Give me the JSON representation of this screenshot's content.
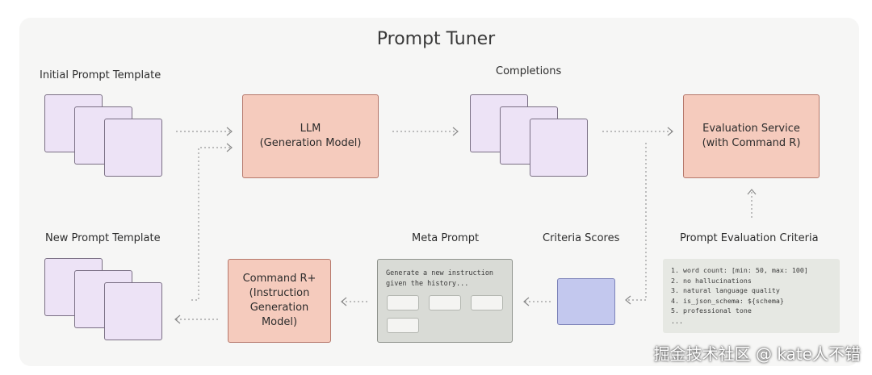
{
  "title": "Prompt Tuner",
  "labels": {
    "initial_prompt_template": "Initial Prompt Template",
    "completions": "Completions",
    "new_prompt_template": "New Prompt Template",
    "meta_prompt": "Meta Prompt",
    "criteria_scores": "Criteria Scores",
    "prompt_evaluation_criteria": "Prompt Evaluation Criteria"
  },
  "boxes": {
    "llm": "LLM\n(Generation Model)",
    "evaluation_service": "Evaluation Service\n(with Command R)",
    "command_r_plus": "Command R+\n(Instruction\nGeneration\nModel)"
  },
  "meta_prompt_text": "Generate a new instruction\ngiven the history...",
  "criteria_items": [
    "1. word count: [min: 50, max: 100]",
    "2. no hallucinations",
    "3. natural language quality",
    "4. is_json_schema: ${schema}",
    "5. professional tone",
    "   ..."
  ],
  "watermark": "掘金技术社区 @ kate人不错",
  "colors": {
    "prompt_card": "#ede3f6",
    "model_box": "#f5cbbd",
    "meta_prompt_box": "#d9dbd6",
    "score_box": "#c3c8ee",
    "criteria_box": "#e6e8e3"
  }
}
